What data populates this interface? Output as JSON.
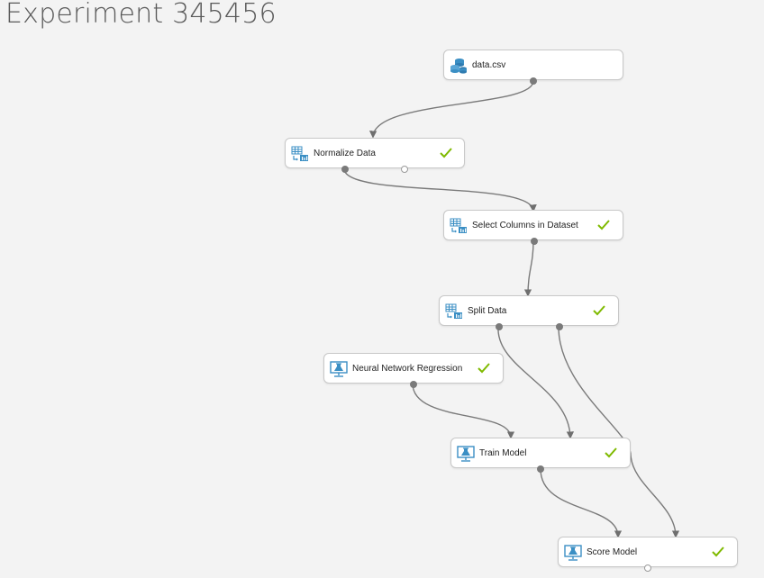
{
  "experiment": {
    "title": "Experiment 345456"
  },
  "modules": [
    {
      "id": "data-csv",
      "label": "data.csv",
      "icon": "dataset-icon",
      "status": ""
    },
    {
      "id": "normalize-data",
      "label": "Normalize Data",
      "icon": "transform-icon",
      "status": "completed"
    },
    {
      "id": "select-columns",
      "label": "Select Columns in Dataset",
      "icon": "transform-icon",
      "status": "completed"
    },
    {
      "id": "split-data",
      "label": "Split Data",
      "icon": "transform-icon",
      "status": "completed"
    },
    {
      "id": "neural-network-regression",
      "label": "Neural Network Regression",
      "icon": "ml-model-icon",
      "status": "completed"
    },
    {
      "id": "train-model",
      "label": "Train Model",
      "icon": "ml-model-icon",
      "status": "completed"
    },
    {
      "id": "score-model",
      "label": "Score Model",
      "icon": "ml-model-icon",
      "status": "completed"
    }
  ],
  "connections": [
    {
      "from": "data-csv",
      "to": "normalize-data"
    },
    {
      "from": "normalize-data",
      "to": "select-columns"
    },
    {
      "from": "select-columns",
      "to": "split-data"
    },
    {
      "from": "neural-network-regression",
      "to": "train-model"
    },
    {
      "from": "split-data",
      "to": "train-model"
    },
    {
      "from": "split-data",
      "to": "score-model"
    },
    {
      "from": "train-model",
      "to": "score-model"
    }
  ],
  "colors": {
    "canvas": "#f3f3f3",
    "connector": "#6f6f6f",
    "check": "#7fba00",
    "icon": "#3b8fc4"
  }
}
